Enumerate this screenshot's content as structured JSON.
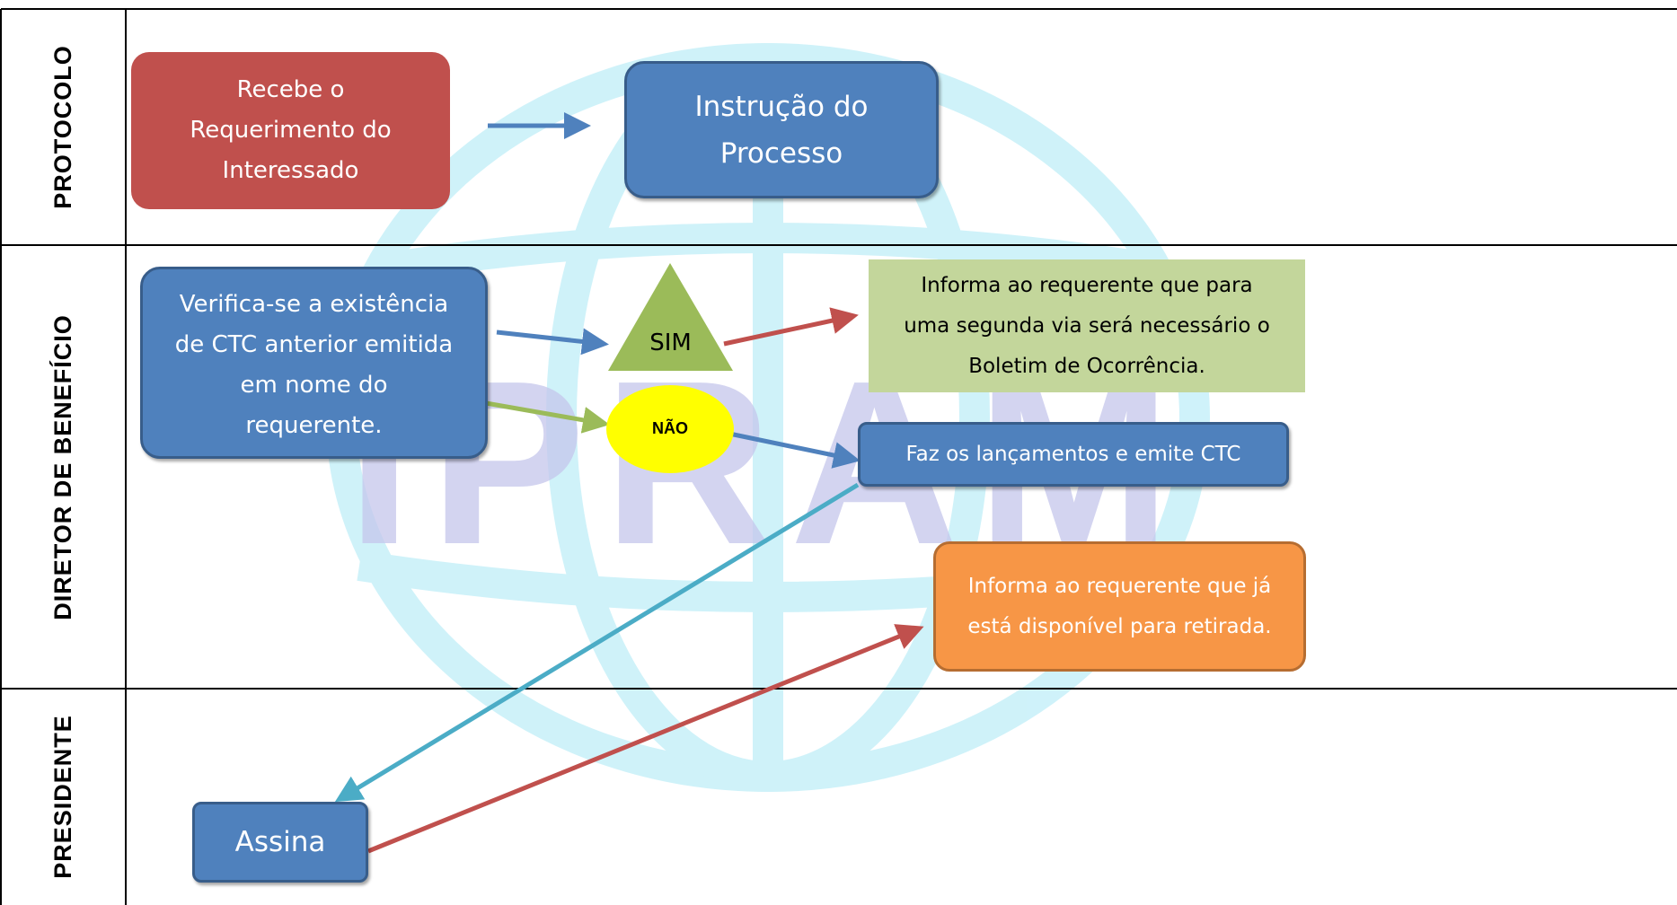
{
  "lanes": [
    {
      "label": "PROTOCOLO"
    },
    {
      "label": "DIRETOR DE BENEFÍCIO"
    },
    {
      "label": "PRESIDENTE"
    }
  ],
  "watermark": {
    "text": "IPRAM"
  },
  "nodes": {
    "receive_request": "Recebe o\nRequerimento do\nInteressado",
    "process_instruction": "Instrução do\nProcesso",
    "verify_ctc": "Verifica-se a existência\nde CTC anterior emitida\nem nome do\nrequerente.",
    "decision_yes": "SIM",
    "decision_no": "NÃO",
    "inform_second_copy": "Informa ao requerente que para\numa segunda via será necessário o\nBoletim de Ocorrência.",
    "issue_ctc": "Faz os lançamentos e emite CTC",
    "inform_available": "Informa ao requerente que já\nestá disponível para retirada.",
    "sign": "Assina"
  },
  "colors": {
    "red": "#c0504d",
    "blue": "#4f81bd",
    "green_triangle": "#9bbb59",
    "yellow": "#ffff00",
    "light_green": "#c3d69b",
    "orange": "#f79646",
    "teal": "#4bacc6",
    "watermark": "#a8e8f5"
  }
}
